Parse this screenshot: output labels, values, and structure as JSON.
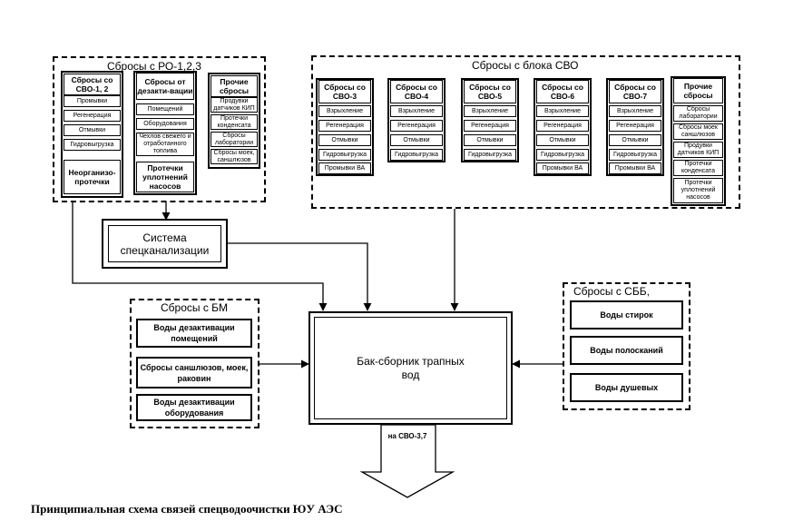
{
  "ro": {
    "title": "Сбросы с РО-1,2,3",
    "svo12": {
      "header": "Сбросы со СВО-1, 2",
      "items": [
        "Промывки",
        "Регенерация",
        "Отмывки",
        "Гидровыгрузка"
      ]
    },
    "deact": {
      "header": "Сбросы от дезакти-вации",
      "items": [
        "Помещений",
        "Оборудования",
        "Чехлов свежего и отработанного топлива"
      ]
    },
    "other": {
      "header": "Прочие сбросы",
      "items": [
        "Продувки датчиков КИП",
        "Протечки конденсата",
        "Сбросы лаборатории",
        "Сбросы моек, саншлюзов"
      ]
    },
    "unorg": "Неорганизо-протечки",
    "pump": "Протечки уплотнений насосов"
  },
  "svo": {
    "title": "Сбросы с блока СВО",
    "columns": [
      {
        "header": "Сбросы со СВО-3",
        "items": [
          "Взрыхление",
          "Регенерация",
          "Отмывки",
          "Гидровыгрузка",
          "Промывки ВА"
        ]
      },
      {
        "header": "Сбросы со СВО-4",
        "items": [
          "Взрыхление",
          "Регенерация",
          "Отмывки",
          "Гидровыгрузка"
        ]
      },
      {
        "header": "Сбросы со СВО-5",
        "items": [
          "Взрыхление",
          "Регенерация",
          "Отмывки",
          "Гидровыгрузка"
        ]
      },
      {
        "header": "Сбросы со СВО-6",
        "items": [
          "Взрыхление",
          "Регенерация",
          "Отмывки",
          "Гидровыгрузка",
          "Промывки ВА"
        ]
      },
      {
        "header": "Сбросы со СВО-7",
        "items": [
          "Взрыхление",
          "Регенерация",
          "Отмывки",
          "Гидровыгрузка",
          "Промывки ВА"
        ]
      }
    ],
    "other": {
      "header": "Прочие сбросы",
      "items": [
        "Сбросы лаборатории",
        "Сбросы моек саншлюзов",
        "Продувки датчиков КИП",
        "Протечки конденсата",
        "Протечки уплотнений насосов"
      ]
    }
  },
  "sewer": "Система спецканализации",
  "bm": {
    "title": "Сбросы с БМ",
    "items": [
      "Воды дезактивации помещений",
      "Сбросы саншлюзов, моек, раковин",
      "Воды дезактивации оборудования"
    ]
  },
  "sbb": {
    "title": "Сбросы с СББ,",
    "items": [
      "Воды стирок",
      "Воды полосканий",
      "Воды душевых"
    ]
  },
  "tank": "Бак-сборник трапных вод",
  "outflow": "на СВО-3,7",
  "caption": "Принципиальная схема связей спецводоочистки ЮУ АЭС"
}
